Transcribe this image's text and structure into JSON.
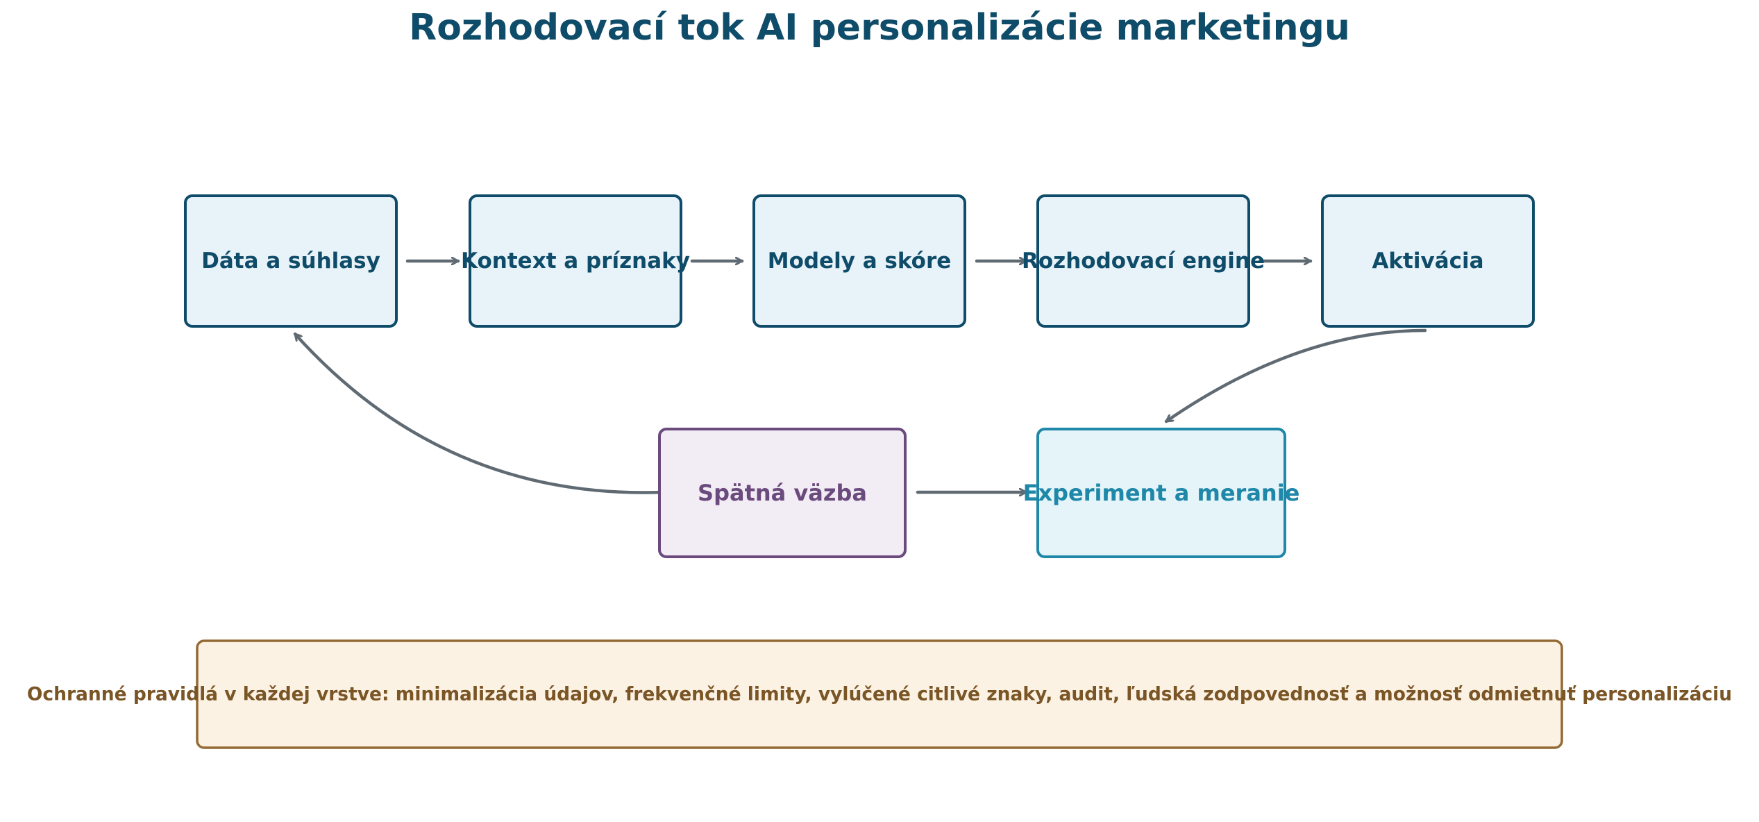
{
  "title": "Rozhodovací tok AI personalizácie marketingu",
  "colors": {
    "title": "#0f4c69",
    "primary_stroke": "#0f4c69",
    "primary_fill": "#e8f3f9",
    "primary_text": "#0f4c69",
    "feedback_stroke": "#6b4a7d",
    "feedback_fill": "#f2ecf5",
    "feedback_text": "#6b4a7d",
    "experiment_stroke": "#1f87a8",
    "experiment_fill": "#e4f4f9",
    "experiment_text": "#1f87a8",
    "guard_stroke": "#946a33",
    "guard_fill": "#fcf2e4",
    "guard_text": "#7a5525",
    "arrow": "#5f6a73"
  },
  "nodes": [
    {
      "id": "data",
      "label": "Dáta a súhlasy",
      "style": "primary"
    },
    {
      "id": "context",
      "label": "Kontext a príznaky",
      "style": "primary"
    },
    {
      "id": "models",
      "label": "Modely a skóre",
      "style": "primary"
    },
    {
      "id": "engine",
      "label": "Rozhodovací engine",
      "style": "primary"
    },
    {
      "id": "activation",
      "label": "Aktivácia",
      "style": "primary"
    },
    {
      "id": "feedback",
      "label": "Spätná väzba",
      "style": "feedback"
    },
    {
      "id": "experiment",
      "label": "Experiment a meranie",
      "style": "experiment"
    }
  ],
  "edges": [
    {
      "from": "data",
      "to": "context"
    },
    {
      "from": "context",
      "to": "models"
    },
    {
      "from": "models",
      "to": "engine"
    },
    {
      "from": "engine",
      "to": "activation"
    },
    {
      "from": "activation",
      "to": "experiment"
    },
    {
      "from": "feedback",
      "to": "experiment"
    },
    {
      "from": "feedback",
      "to": "data"
    }
  ],
  "guardrail": {
    "text": "Ochranné pravidlá v každej vrstve: minimalizácia údajov, frekvenčné limity, vylúčené citlivé znaky, audit, ľudská zodpovednosť a možnosť odmietnuť personalizáciu"
  }
}
